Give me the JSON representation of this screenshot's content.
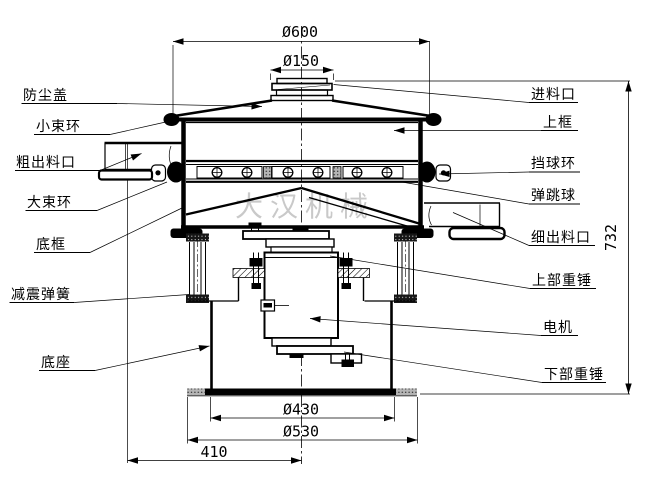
{
  "watermark": "大汉机械",
  "parts_left": [
    {
      "name": "dust-cover",
      "label": "防尘盖"
    },
    {
      "name": "small-clamp-ring",
      "label": "小束环"
    },
    {
      "name": "coarse-outlet",
      "label": "粗出料口"
    },
    {
      "name": "large-clamp-ring",
      "label": "大束环"
    },
    {
      "name": "bottom-frame",
      "label": "底框"
    },
    {
      "name": "damping-spring",
      "label": "减震弹簧"
    },
    {
      "name": "base",
      "label": "底座"
    }
  ],
  "parts_right": [
    {
      "name": "feed-inlet",
      "label": "进料口"
    },
    {
      "name": "upper-frame",
      "label": "上框"
    },
    {
      "name": "ball-stop-ring",
      "label": "挡球环"
    },
    {
      "name": "bouncing-ball",
      "label": "弹跳球"
    },
    {
      "name": "fine-outlet",
      "label": "细出料口"
    },
    {
      "name": "upper-weight",
      "label": "上部重锤"
    },
    {
      "name": "motor",
      "label": "电机"
    },
    {
      "name": "lower-weight",
      "label": "下部重锤"
    }
  ],
  "dimensions": {
    "top_flange_diameter": "Ø600",
    "inlet_diameter": "Ø150",
    "base_bolt_circle_diameter": "Ø430",
    "base_flange_diameter": "Ø530",
    "outlet_offset": "410",
    "total_height": "732"
  },
  "colors": {
    "line": "#000000",
    "watermark": "#c9c9c9",
    "background": "#ffffff"
  }
}
